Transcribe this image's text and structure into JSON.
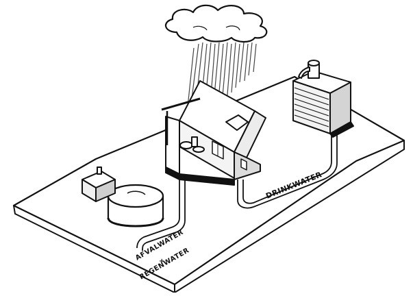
{
  "diagram": {
    "labels": {
      "drinkwater": "DRINKWATER",
      "afvalwater": "AFVALWATER",
      "plus": "+",
      "regenwater": "REGENWATER"
    },
    "stroke_color": "#111111",
    "background_color": "#ffffff",
    "elements": [
      "rain-cloud",
      "rain",
      "house",
      "drinking-water-plant",
      "rainwater-tank",
      "pump-unit",
      "drinking-water-pipe",
      "waste-rain-water-pipe"
    ]
  }
}
